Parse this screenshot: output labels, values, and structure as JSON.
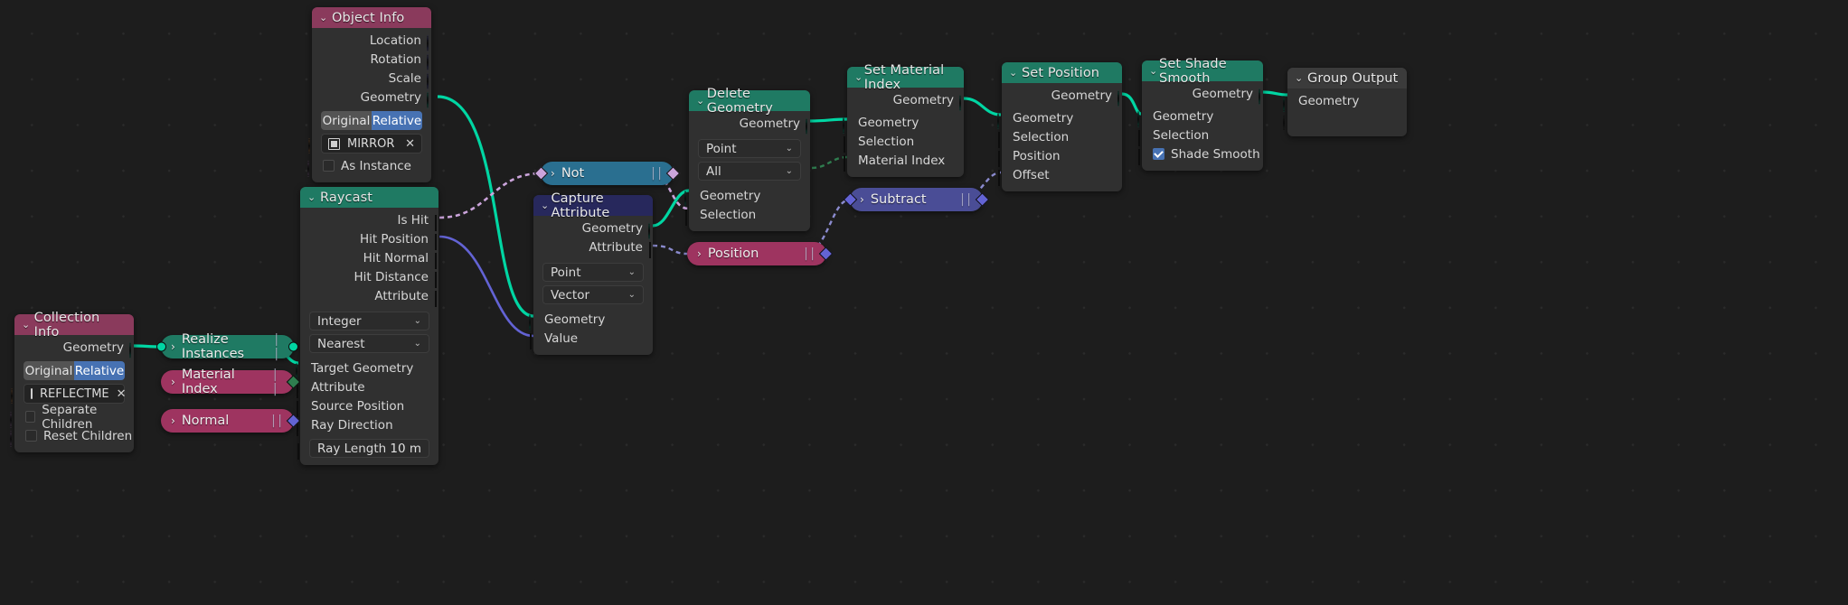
{
  "app": {
    "editor": "Blender Geometry Node Editor"
  },
  "icons": {
    "chevron_down": "⌄",
    "chevron_right": "›",
    "close": "✕",
    "dropdown": "⌄",
    "grip": "⦙⦙"
  },
  "nodes": [
    {
      "id": "object-info",
      "title": "Object Info",
      "header_color": "#8a3a5c",
      "outputs": [
        "Location",
        "Rotation",
        "Scale",
        "Geometry"
      ],
      "toggle": {
        "options": [
          "Original",
          "Relative"
        ],
        "selected": "Relative"
      },
      "object_field": {
        "value": "MIRROR",
        "icon": "object-icon",
        "clear": "✕"
      },
      "checkbox": {
        "label": "As Instance",
        "checked": false
      }
    },
    {
      "id": "raycast",
      "title": "Raycast",
      "header_color": "#1f7a63",
      "outputs": [
        "Is Hit",
        "Hit Position",
        "Hit Normal",
        "Hit Distance",
        "Attribute"
      ],
      "dropdowns": [
        "Integer",
        "Nearest"
      ],
      "inputs": [
        "Target Geometry",
        "Attribute",
        "Source Position",
        "Ray Direction"
      ],
      "value_row": {
        "label": "Ray Length",
        "value": "10 m"
      }
    },
    {
      "id": "collection-info",
      "title": "Collection Info",
      "header_color": "#8a3a5c",
      "outputs": [
        "Geometry"
      ],
      "toggle": {
        "options": [
          "Original",
          "Relative"
        ],
        "selected": "Relative"
      },
      "collection_field": {
        "value": "REFLECTME",
        "icon": "collection-icon",
        "clear": "✕"
      },
      "checkboxes": [
        {
          "label": "Separate Children",
          "checked": false
        },
        {
          "label": "Reset Children",
          "checked": false
        }
      ]
    },
    {
      "id": "capture-attribute",
      "title": "Capture Attribute",
      "header_color": "#27285c",
      "outputs": [
        "Geometry",
        "Attribute"
      ],
      "dropdowns": [
        "Point",
        "Vector"
      ],
      "inputs": [
        "Geometry",
        "Value"
      ]
    },
    {
      "id": "delete-geometry",
      "title": "Delete Geometry",
      "header_color": "#1f7a63",
      "outputs": [
        "Geometry"
      ],
      "dropdowns": [
        "Point",
        "All"
      ],
      "inputs": [
        "Geometry",
        "Selection"
      ]
    },
    {
      "id": "set-material-index",
      "title": "Set Material Index",
      "header_color": "#1f7a63",
      "outputs": [
        "Geometry"
      ],
      "inputs": [
        "Geometry",
        "Selection",
        "Material Index"
      ]
    },
    {
      "id": "set-position",
      "title": "Set Position",
      "header_color": "#1f7a63",
      "outputs": [
        "Geometry"
      ],
      "inputs": [
        "Geometry",
        "Selection",
        "Position",
        "Offset"
      ]
    },
    {
      "id": "set-shade-smooth",
      "title": "Set Shade Smooth",
      "header_color": "#1f7a63",
      "outputs": [
        "Geometry"
      ],
      "inputs": [
        "Geometry",
        "Selection"
      ],
      "checkbox": {
        "label": "Shade Smooth",
        "checked": true
      }
    },
    {
      "id": "group-output",
      "title": "Group Output",
      "header_color": "#3b3b3b",
      "inputs": [
        "Geometry"
      ]
    }
  ],
  "collapsed_nodes": [
    {
      "id": "not",
      "title": "Not",
      "color": "#2a6f90"
    },
    {
      "id": "position",
      "title": "Position",
      "color": "#9e3460"
    },
    {
      "id": "subtract",
      "title": "Subtract",
      "color": "#4a4d96"
    },
    {
      "id": "realize-instances",
      "title": "Realize Instances",
      "color": "#1f7a63"
    },
    {
      "id": "material-index",
      "title": "Material Index",
      "color": "#9e3460"
    },
    {
      "id": "normal",
      "title": "Normal",
      "color": "#9e3460"
    }
  ],
  "socket_colors": {
    "geometry": "#00d6a3",
    "vector": "#6363d4",
    "boolean": "#cba4db",
    "float": "#9a9a9a",
    "integer": "#2f7d4f",
    "object": "#ed9e5c",
    "collection": "#f5a15d"
  }
}
